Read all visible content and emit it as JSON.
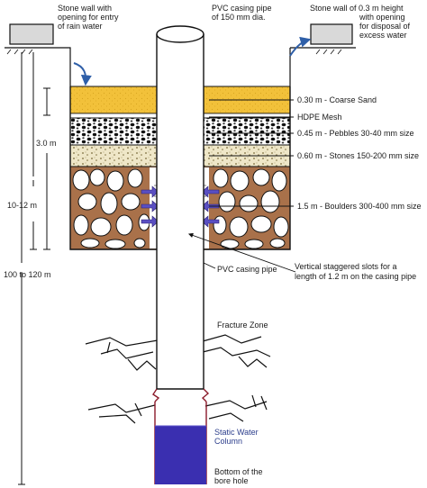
{
  "labels": {
    "stone_wall_left_1": "Stone wall with",
    "stone_wall_left_2": "opening for entry",
    "stone_wall_left_3": "of rain water",
    "pvc_top_1": "PVC casing pipe",
    "pvc_top_2": "of 150 mm dia.",
    "stone_wall_right_1": "Stone wall of 0.3 m height",
    "stone_wall_right_2": "with opening",
    "stone_wall_right_3": "for disposal of",
    "stone_wall_right_4": "excess water",
    "coarse_sand": "0.30 m - Coarse Sand",
    "hdpe_mesh": "HDPE Mesh",
    "pebbles": "0.45 m - Pebbles 30-40 mm size",
    "stones": "0.60 m - Stones 150-200 mm size",
    "boulders": "1.5 m - Boulders 300-400 mm size",
    "depth_3m": "3.0 m",
    "depth_10_12": "10-12 m",
    "depth_100_120": "100 to 120 m",
    "pvc_casing": "PVC casing pipe",
    "slots_1": "Vertical staggered slots for a",
    "slots_2": "length of 1.2 m on the casing pipe",
    "fracture_zone": "Fracture Zone",
    "static_water_1": "Static Water",
    "static_water_2": "Column",
    "bottom_1": "Bottom of the",
    "bottom_2": "bore hole"
  },
  "colors": {
    "coarse_sand": "#f2c13a",
    "boulders_fill": "#a9714a",
    "stones_fill": "#efe7c8",
    "water": "#3a2fb0",
    "slot_arrows": "#5a4fc2",
    "pipe_outline": "#111111",
    "bore_outline": "#8b1a2a"
  }
}
